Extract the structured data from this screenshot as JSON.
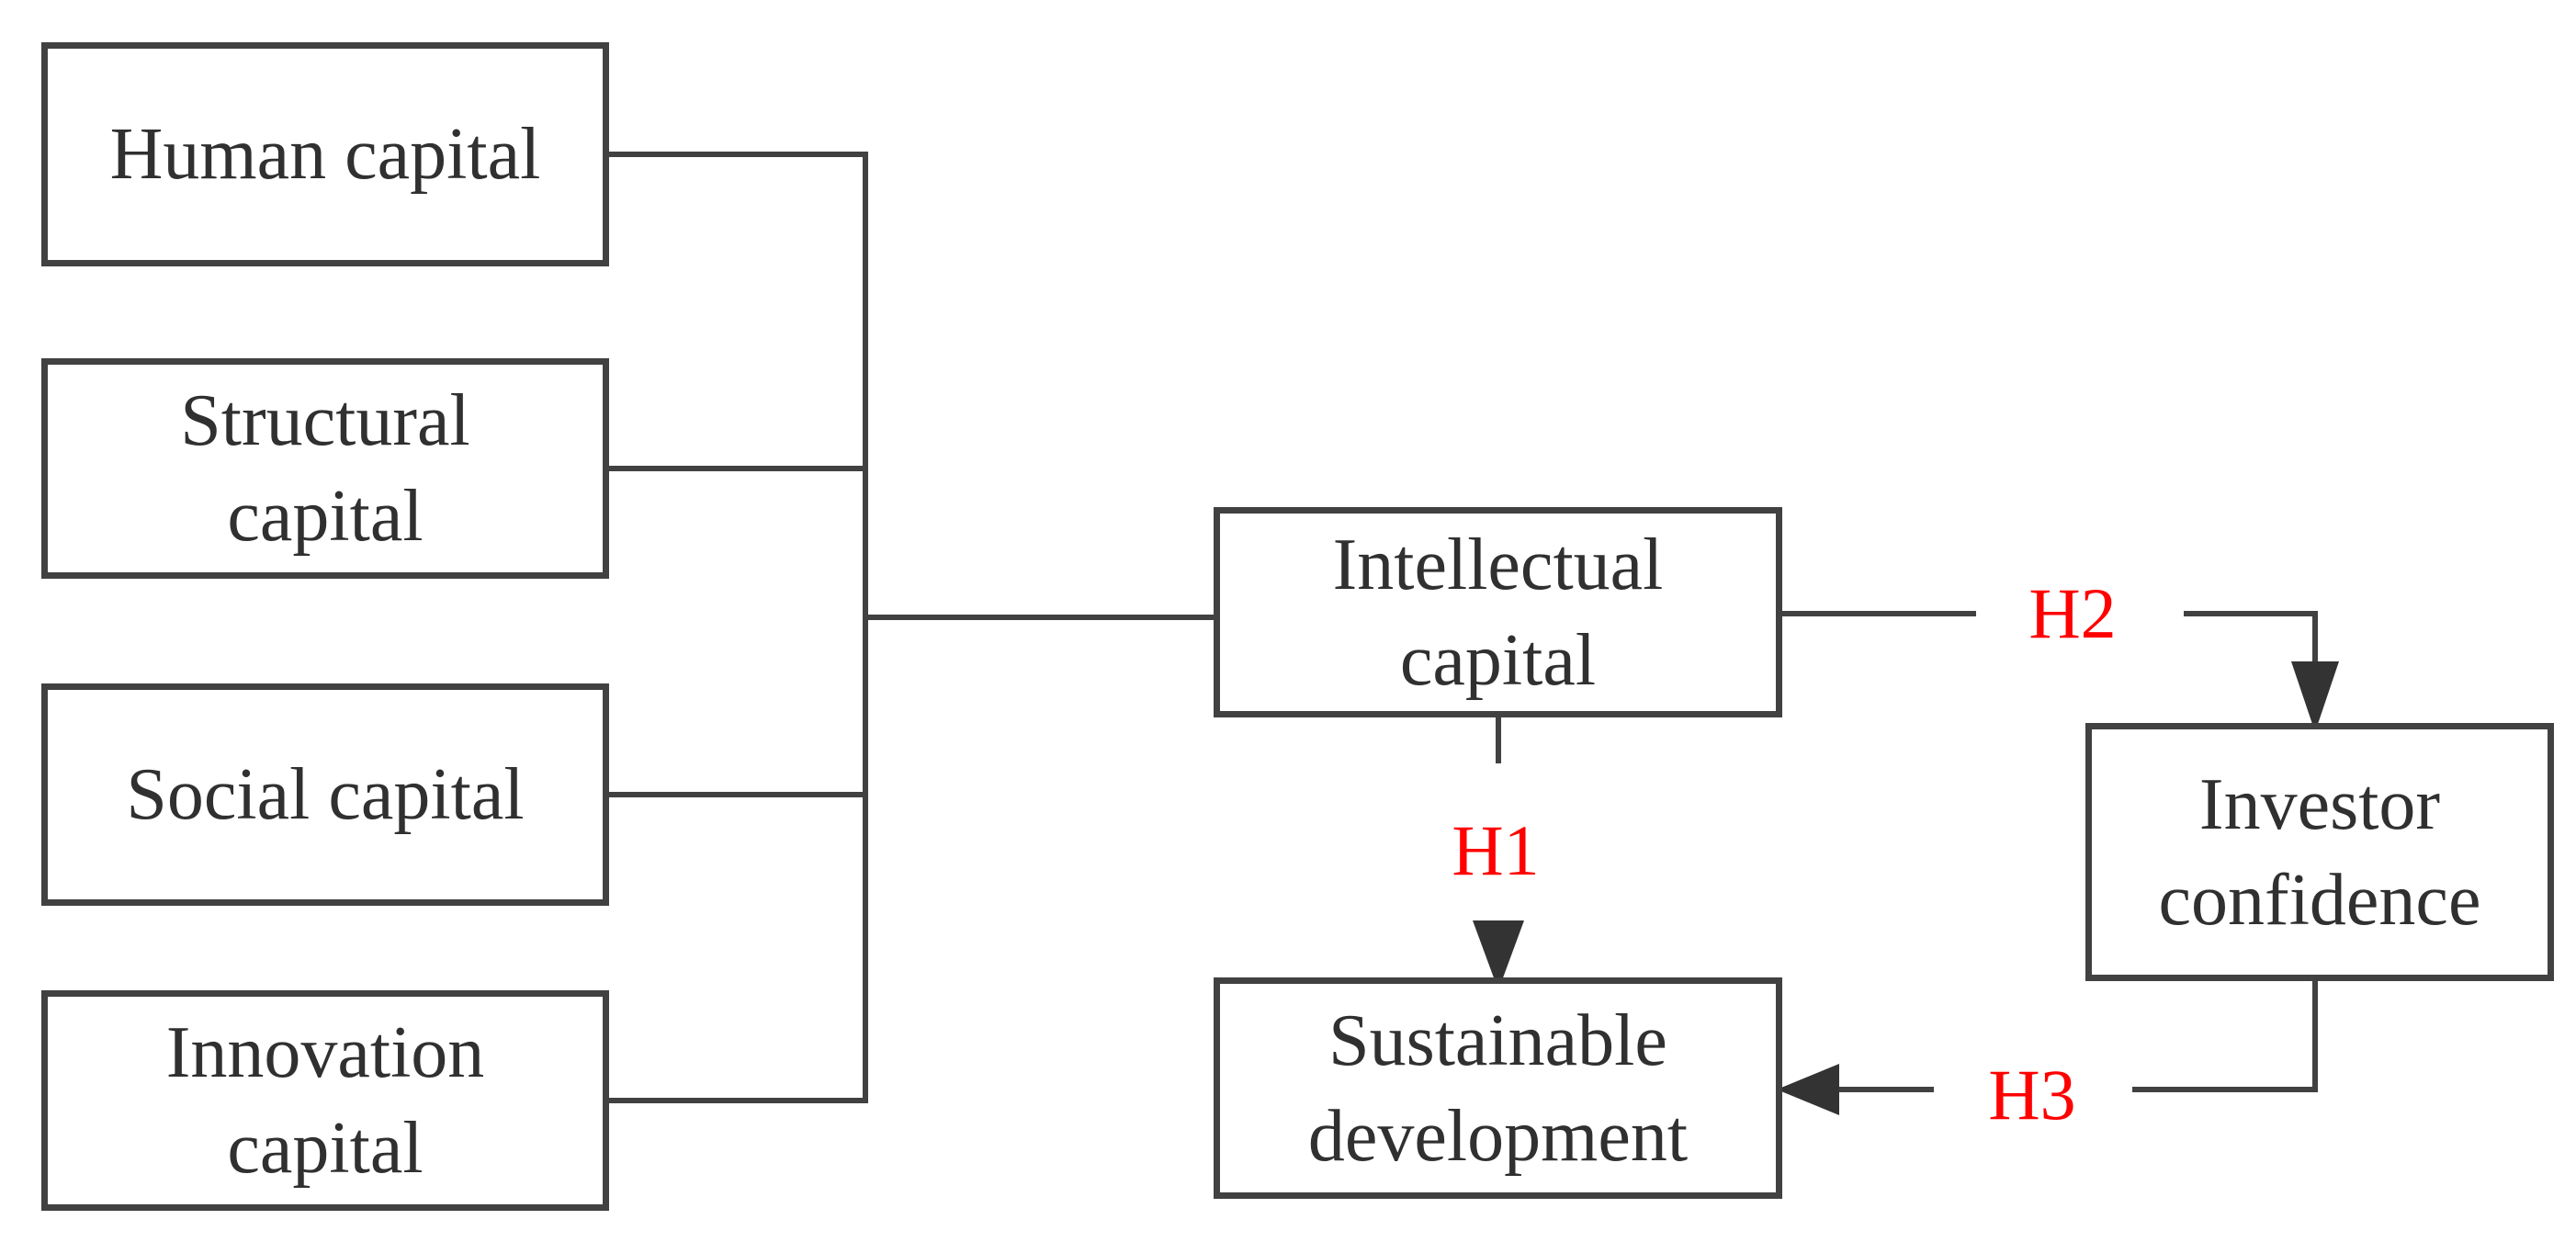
{
  "diagram": {
    "background_color": "#ffffff",
    "line_color": "#414141",
    "node_border_color": "#414141",
    "node_text_color": "#303030",
    "hypothesis_color": "#ff0000",
    "nodes": {
      "human_capital": {
        "label": "Human capital"
      },
      "structural_capital": {
        "label": "Structural\ncapital"
      },
      "social_capital": {
        "label": "Social capital"
      },
      "innovation_capital": {
        "label": "Innovation\ncapital"
      },
      "intellectual_capital": {
        "label": "Intellectual\ncapital"
      },
      "sustainable_development": {
        "label": "Sustainable\ndevelopment"
      },
      "investor_confidence": {
        "label": "Investor\nconfidence"
      }
    },
    "hypotheses": {
      "h1": {
        "label": "H1"
      },
      "h2": {
        "label": "H2"
      },
      "h3": {
        "label": "H3"
      }
    },
    "edges": [
      {
        "from": "Human capital",
        "to": "Intellectual capital",
        "type": "line"
      },
      {
        "from": "Structural capital",
        "to": "Intellectual capital",
        "type": "line"
      },
      {
        "from": "Social capital",
        "to": "Intellectual capital",
        "type": "line"
      },
      {
        "from": "Innovation capital",
        "to": "Intellectual capital",
        "type": "line"
      },
      {
        "from": "Intellectual capital",
        "to": "Sustainable development",
        "type": "arrow",
        "label": "H1"
      },
      {
        "from": "Intellectual capital",
        "to": "Investor confidence",
        "type": "arrow",
        "label": "H2"
      },
      {
        "from": "Investor confidence",
        "to": "Sustainable development",
        "type": "arrow",
        "label": "H3"
      }
    ]
  }
}
